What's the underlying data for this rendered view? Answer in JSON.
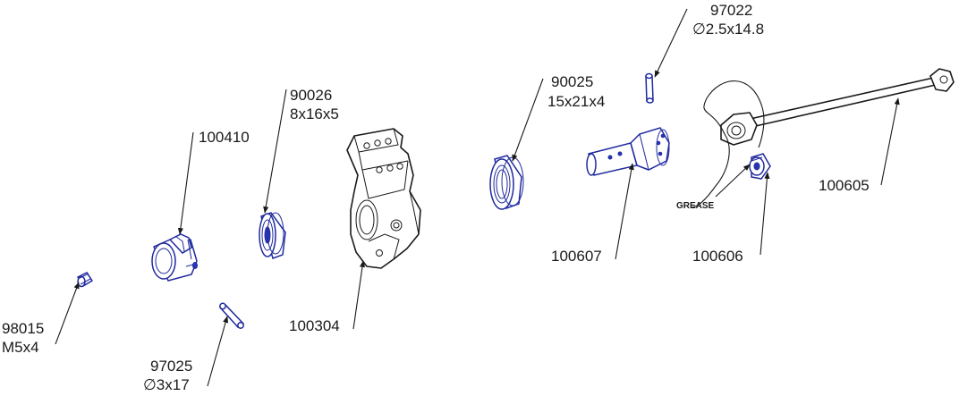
{
  "labels": {
    "p97022": {
      "part": "97022",
      "size": "∅2.5x14.8"
    },
    "p90026": {
      "part": "90026",
      "size": "8x16x5"
    },
    "p100410": {
      "part": "100410"
    },
    "p90025": {
      "part": "90025",
      "size": "15x21x4"
    },
    "p100605": {
      "part": "100605"
    },
    "grease": {
      "text": "GREASE"
    },
    "p100607": {
      "part": "100607"
    },
    "p100606": {
      "part": "100606"
    },
    "p100304": {
      "part": "100304"
    },
    "p98015": {
      "part": "98015",
      "size": "M5x4"
    },
    "p97025": {
      "part": "97025",
      "size": "∅3x17"
    }
  },
  "colors": {
    "line": "#1a1a1a",
    "part_blue": "#1f2a9e",
    "background": "#ffffff"
  }
}
